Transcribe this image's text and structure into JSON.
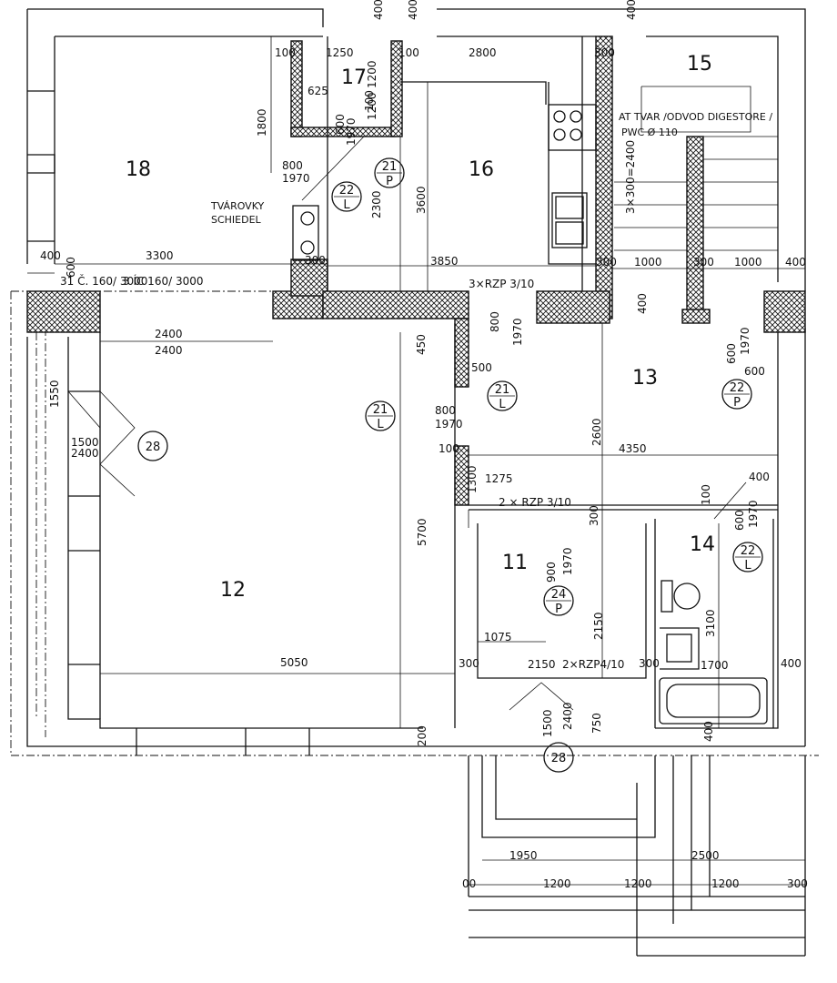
{
  "rooms": [
    {
      "label": "11"
    },
    {
      "label": "12"
    },
    {
      "label": "13"
    },
    {
      "label": "14"
    },
    {
      "label": "15"
    },
    {
      "label": "16"
    },
    {
      "label": "17"
    },
    {
      "label": "18"
    }
  ],
  "dims": [
    "400",
    "400",
    "400",
    "100",
    "1250",
    "100",
    "2800",
    "300",
    "1200",
    "625",
    "1200",
    "1970",
    "600",
    "100",
    "800",
    "1970",
    "2300",
    "3600",
    "400",
    "300",
    "1800",
    "3300",
    "600",
    "3850",
    "3×RZP 3/10",
    "400",
    "3 ÍC 160/ 3000",
    "300",
    "1000",
    "300",
    "1000",
    "400",
    "2400",
    "2400",
    "450",
    "800",
    "1970",
    "600",
    "1970",
    "500",
    "600",
    "1550",
    "800",
    "1970",
    "1500",
    "2400",
    "2600",
    "4350",
    "100",
    "1300",
    "1275",
    "400",
    "100",
    "600",
    "1970",
    "2 × RZP  3/10",
    "300",
    "900",
    "1970",
    "5700",
    "2150",
    "3100",
    "1075",
    "5050",
    "300",
    "2150",
    "2×RZP4/10",
    "300",
    "1700",
    "400",
    "1500",
    "2400",
    "750",
    "400",
    "200",
    "1950",
    "2500",
    "00",
    "1200",
    "1200",
    "1200",
    "300",
    "31 Č. 160/ 3000",
    "3×300=2400"
  ],
  "notes": {
    "chimney": [
      "TVÁROVKY",
      "SCHIEDEL"
    ],
    "hood": [
      "AT TVAR /ODVOD DIGESTORE /",
      "PWC Ø 110"
    ]
  },
  "tags": [
    {
      "top": "22",
      "bottom": "L"
    },
    {
      "top": "21",
      "bottom": "P"
    },
    {
      "top": "21",
      "bottom": "L"
    },
    {
      "top": "21",
      "bottom": "L"
    },
    {
      "top": "22",
      "bottom": "P"
    },
    {
      "top": "24",
      "bottom": "P"
    },
    {
      "top": "22",
      "bottom": "L"
    },
    {
      "top": "28",
      "bottom": ""
    },
    {
      "top": "28",
      "bottom": ""
    }
  ]
}
